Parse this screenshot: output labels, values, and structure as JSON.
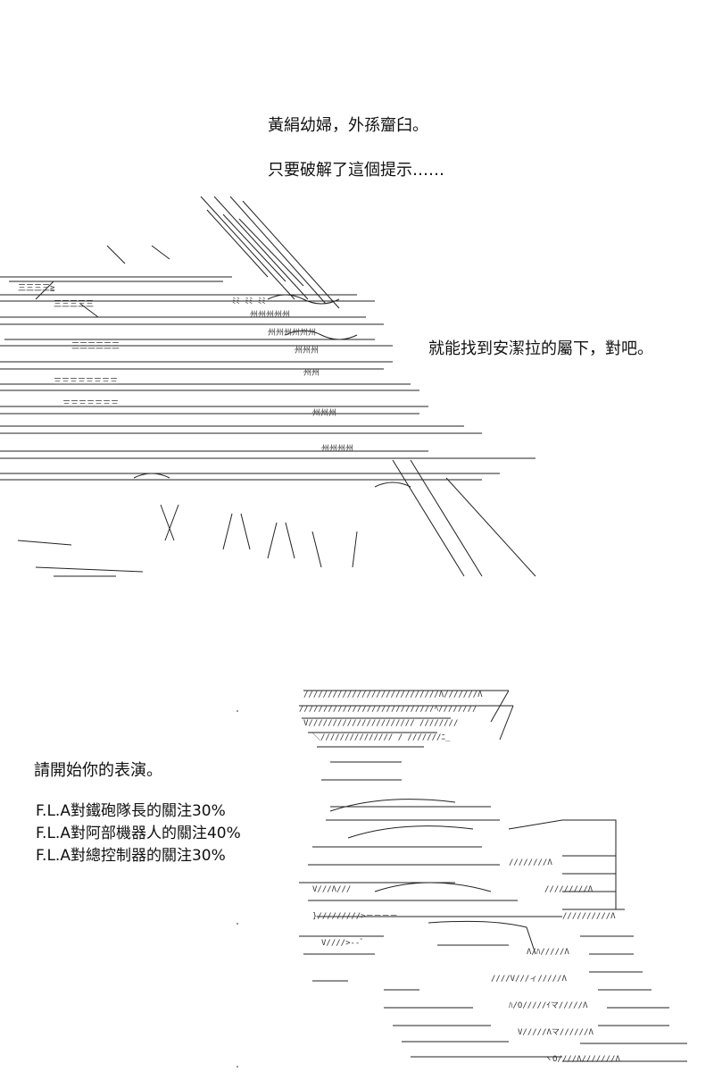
{
  "captions": {
    "line1": "黃絹幼婦，外孫齏臼。",
    "line2": "只要破解了這個提示……",
    "line3": "就能找到安潔拉的屬下，對吧。",
    "line4": "請開始你的表演。"
  },
  "stats": [
    "F.L.A對鐵砲隊長的關注30%",
    "F.L.A對阿部機器人的關注40%",
    "F.L.A對總控制器的關注30%"
  ],
  "colors": {
    "ink": "#111111",
    "background": "#ffffff"
  }
}
